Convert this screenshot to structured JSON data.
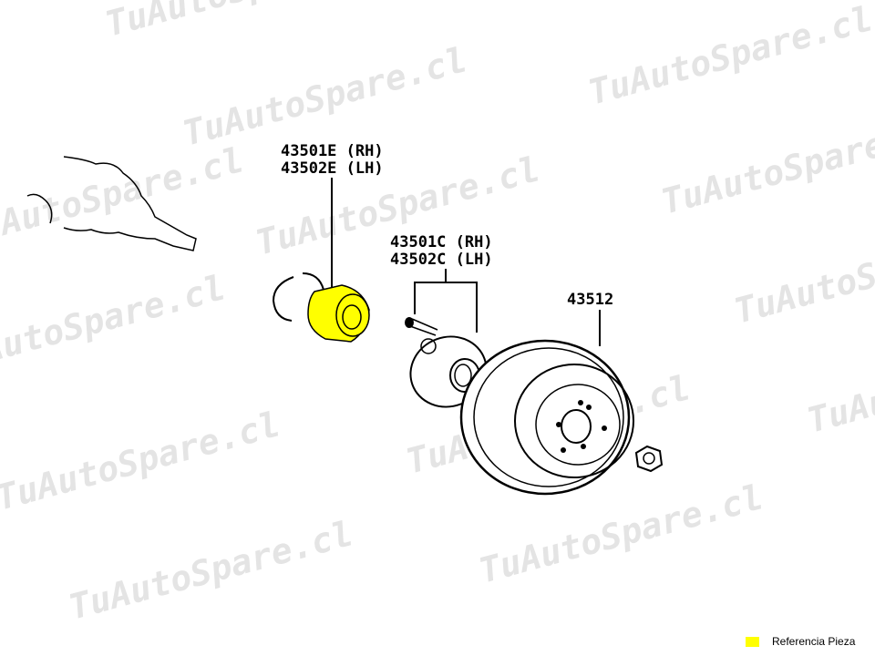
{
  "watermark": "TuAutoSpare.cl",
  "parts": {
    "bearing": {
      "line1": "43501E (RH)",
      "line2": "43502E (LH)"
    },
    "hub": {
      "line1": "43501C (RH)",
      "line2": "43502C (LH)"
    },
    "disc": {
      "line1": "43512"
    }
  },
  "legend": {
    "label": "Referencia Pieza",
    "color": "#ffff00"
  },
  "highlight_color": "#ffff00"
}
